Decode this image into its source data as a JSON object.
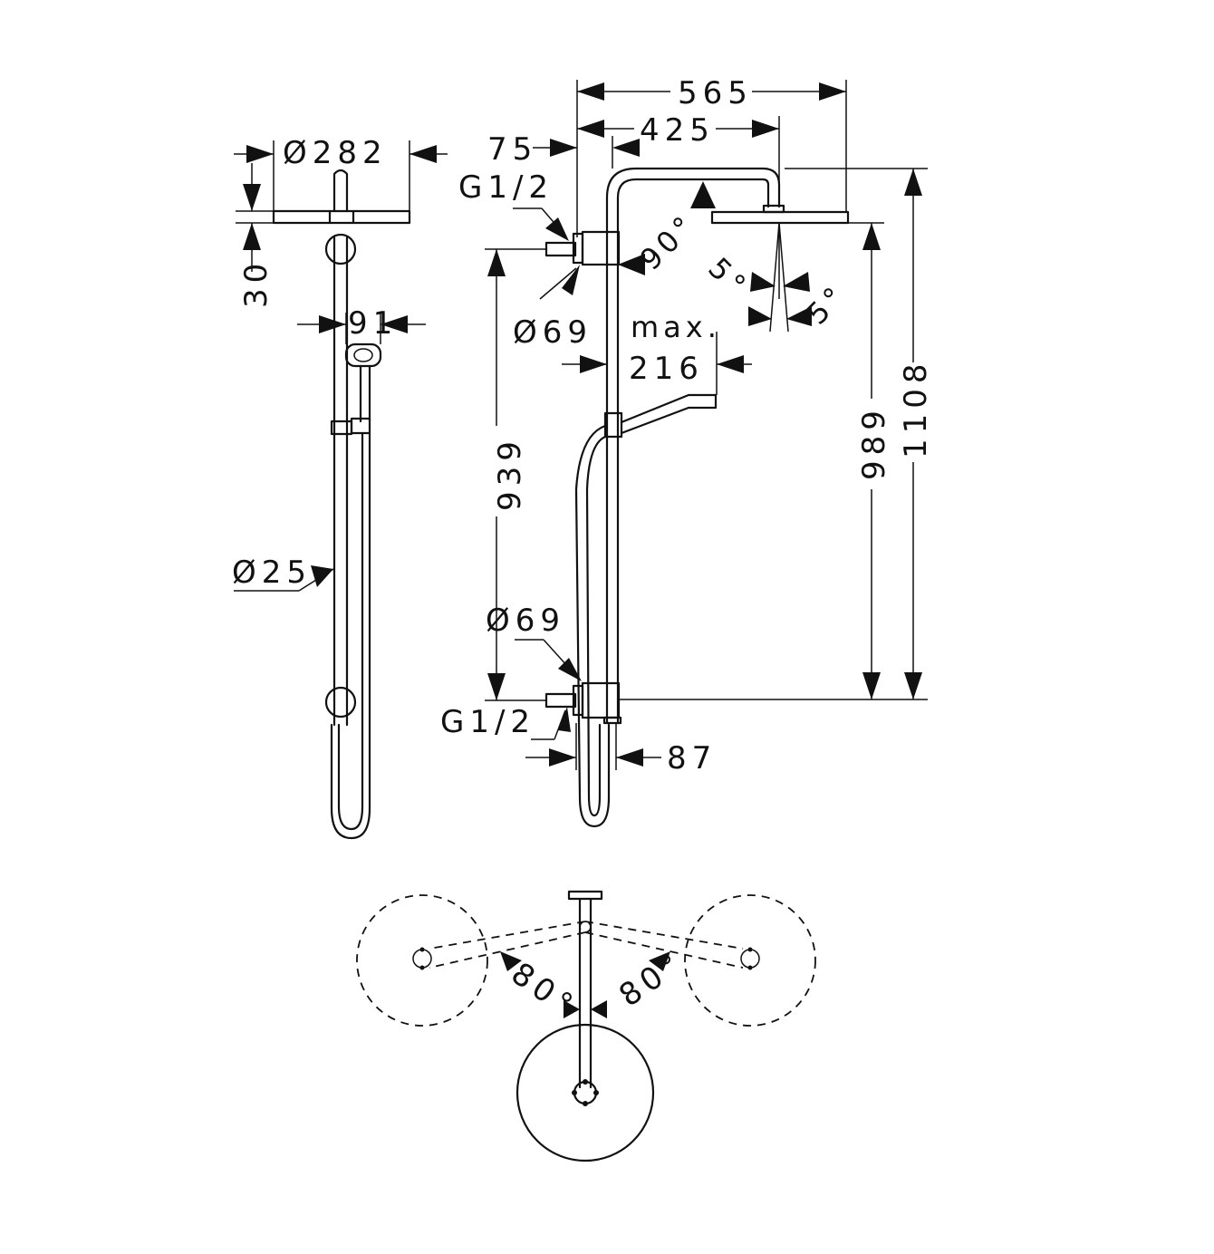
{
  "side_view": {
    "head_diameter": "Ø282",
    "head_thickness": "30",
    "hand_shower_width": "91",
    "rail_diameter": "Ø25"
  },
  "front_view": {
    "overall_width": "565",
    "arm_length": "425",
    "wall_offset": "75",
    "connection_top": "G1/2",
    "connection_bottom": "G1/2",
    "rosette_top": "Ø69",
    "rosette_bottom": "Ø69",
    "angle_arm": "90°",
    "angle_tilt_a": "5°",
    "angle_tilt_b": "5°",
    "max_label": "max.",
    "max_projection": "216",
    "connection_spacing": "939",
    "head_height": "989",
    "total_height": "1108",
    "bottom_depth": "87"
  },
  "top_view": {
    "swivel_left": "80°",
    "swivel_right": "80°"
  }
}
